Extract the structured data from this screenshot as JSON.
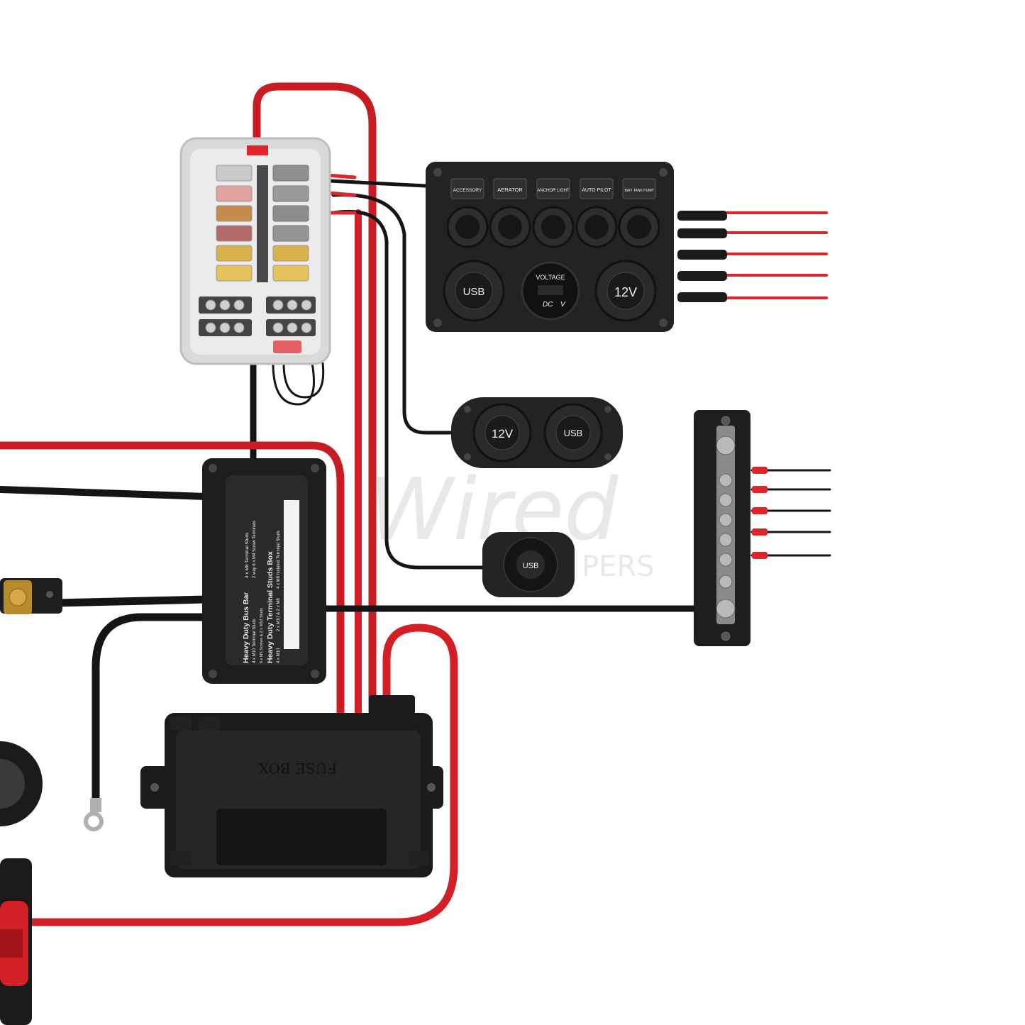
{
  "switch_panel": {
    "labels": [
      "ACCESSORY",
      "AERATOR",
      "ANCHOR LIGHT",
      "AUTO PILOT",
      "BAIT TANK PUMP"
    ],
    "usb_socket_label": "USB",
    "meter_top": "VOLTAGE",
    "meter_dc": "DC",
    "meter_v": "V",
    "socket_12v_label": "12V"
  },
  "dual_socket": {
    "left_label": "12V",
    "right_label": "USB"
  },
  "usb_dial_label": "USB",
  "bus_bar_box": {
    "title_1": "Heavy Duty Bus Bar",
    "spec_1a": "4 x M8 Terminal Studs",
    "spec_1b": "6 x M5 Screws & 2 x M10 Studs",
    "spec_1c": "4 x M10 Terminal Studs",
    "spec_1d": "2 way 6 x M4 Screw Terminals",
    "title_2": "Heavy Duty Terminal Studs Box",
    "spec_2a": "4 x M10",
    "spec_2b": "2 x M10 & 2 x M8",
    "spec_2c": "4 x M8 Isolated Terminal Studs"
  },
  "fuse_box_label": "FUSE BOX",
  "watermark": {
    "script": "Wired",
    "sub": "PERS"
  },
  "colors": {
    "wire_red": "#d81f26",
    "wire_black": "#1a1a1a",
    "panel": "#232323"
  }
}
